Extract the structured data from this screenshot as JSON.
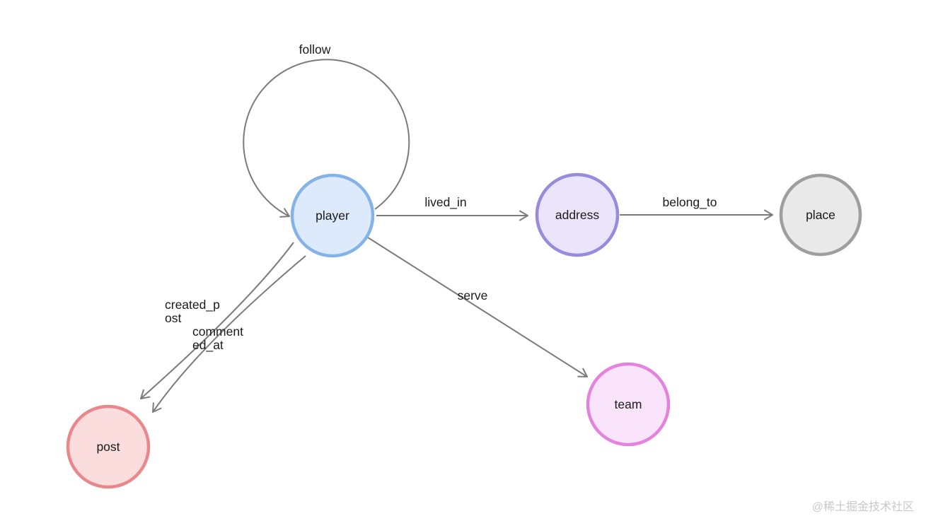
{
  "diagram": {
    "type": "graph-schema",
    "edge_color": "#7b7b7b",
    "label_color": "#1a1a1a",
    "watermark": {
      "text": "@稀土掘金技术社区",
      "color": "#c9c9c9"
    },
    "nodes": [
      {
        "id": "player",
        "label": "player",
        "fill": "#ddeafc",
        "stroke": "#85b3e8"
      },
      {
        "id": "address",
        "label": "address",
        "fill": "#eae5fa",
        "stroke": "#988ade"
      },
      {
        "id": "place",
        "label": "place",
        "fill": "#e9e9e9",
        "stroke": "#9e9e9e"
      },
      {
        "id": "post",
        "label": "post",
        "fill": "#fbdddd",
        "stroke": "#e8878c"
      },
      {
        "id": "team",
        "label": "team",
        "fill": "#fae4fb",
        "stroke": "#e383de"
      }
    ],
    "edges": [
      {
        "label": "follow",
        "from": "player",
        "to": "player"
      },
      {
        "label": "lived_in",
        "from": "player",
        "to": "address"
      },
      {
        "label": "belong_to",
        "from": "address",
        "to": "place"
      },
      {
        "label": "created_post",
        "display_lines": [
          "created_p",
          "ost"
        ],
        "from": "player",
        "to": "post"
      },
      {
        "label": "commented_at",
        "display_lines": [
          "comment",
          "ed_at"
        ],
        "from": "player",
        "to": "post"
      },
      {
        "label": "serve",
        "from": "player",
        "to": "team"
      }
    ]
  }
}
